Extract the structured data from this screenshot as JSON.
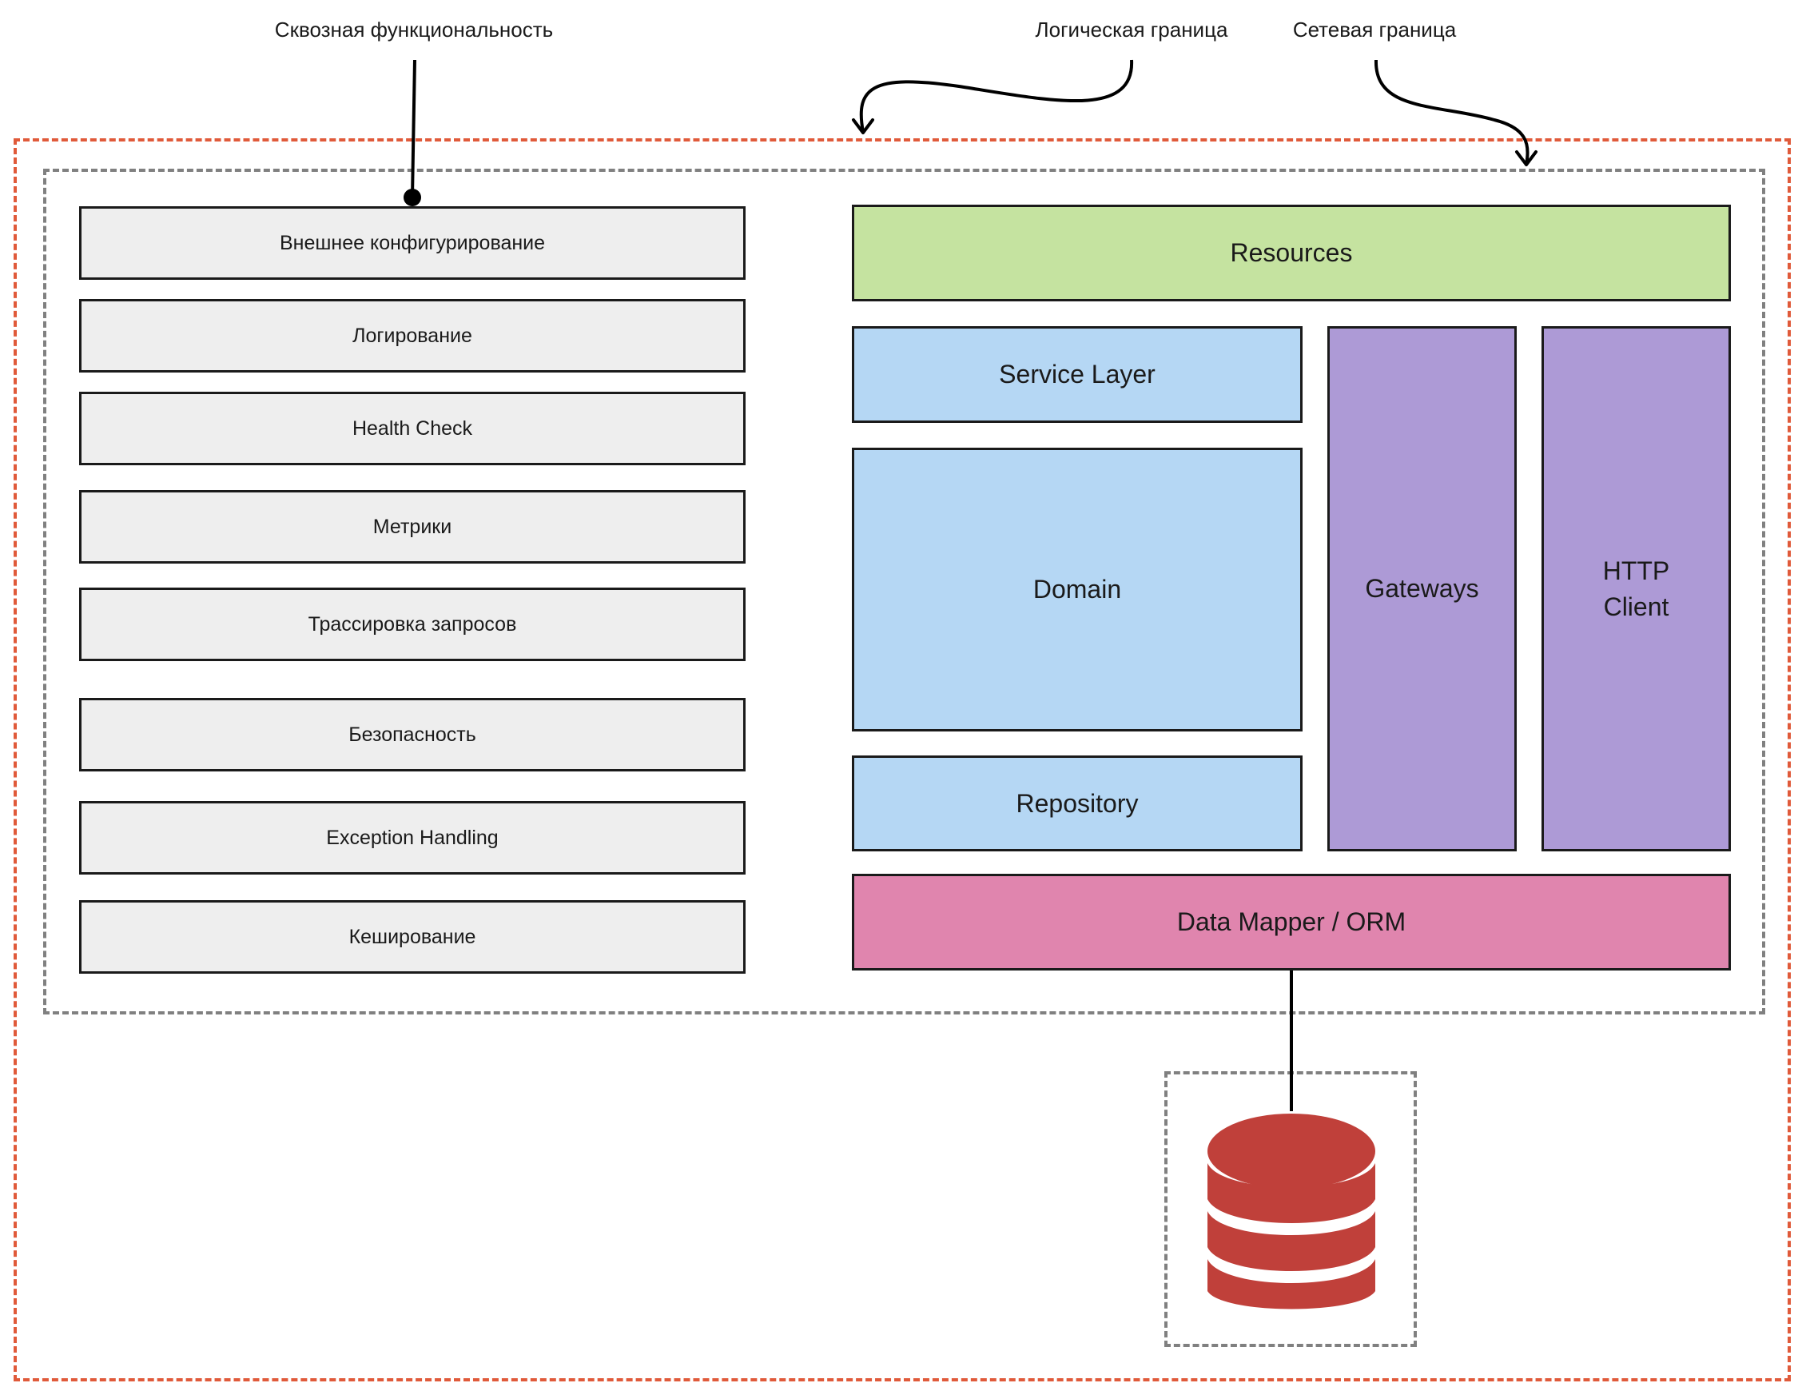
{
  "annotations": {
    "cross_cutting": "Сквозная функциональность",
    "logical_boundary": "Логическая граница",
    "network_boundary": "Сетевая граница"
  },
  "cross_cutting_items": [
    "Внешнее конфигурирование",
    "Логирование",
    "Health Check",
    "Метрики",
    "Трассировка запросов",
    "Безопасность",
    "Exception Handling",
    "Кеширование"
  ],
  "layers": {
    "resources": "Resources",
    "service_layer": "Service Layer",
    "domain": "Domain",
    "repository": "Repository",
    "gateways": "Gateways",
    "http_client_line1": "HTTP",
    "http_client_line2": "Client",
    "data_mapper": "Data Mapper / ORM"
  },
  "icons": {
    "database": "database-icon"
  },
  "colors": {
    "network_boundary": "#e05a3a",
    "logical_boundary": "#808080",
    "cross_cutting_fill": "#eeeeee",
    "resources": "#c5e3a0",
    "service_domain_repository": "#b5d7f4",
    "gateways_http": "#ad9ad6",
    "data_mapper": "#e085ae",
    "database": "#c0403a"
  }
}
